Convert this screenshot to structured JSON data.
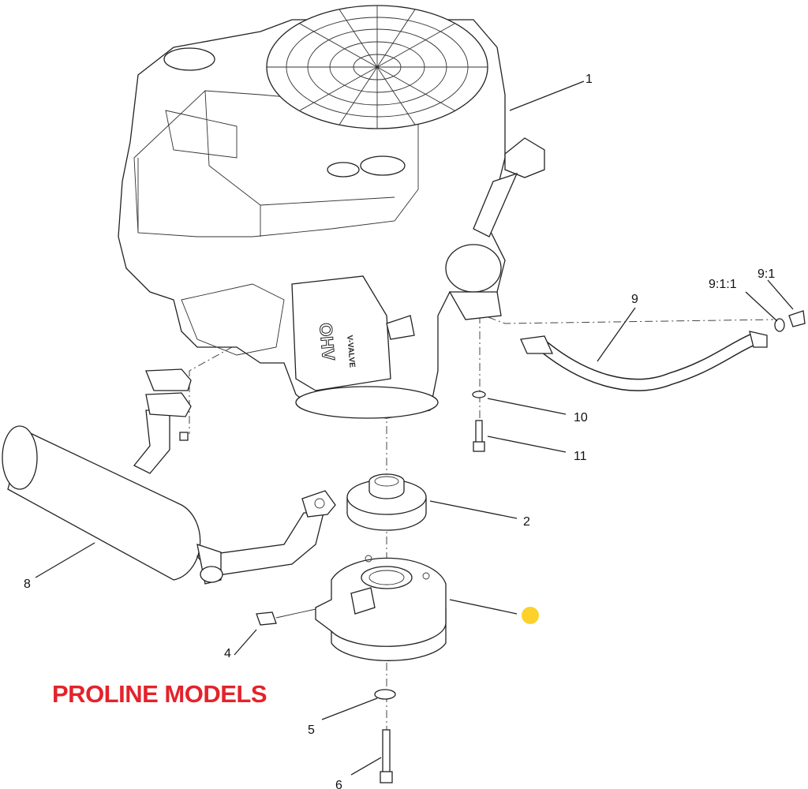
{
  "title": "PROLINE MODELS",
  "colors": {
    "title": "#e3232b",
    "hotspot": "#fcd12a",
    "line": "#222222"
  },
  "engine_marking": {
    "brand": "OHV",
    "sub": "V-VALVE"
  },
  "callouts": {
    "c1": "1",
    "c2": "2",
    "c4": "4",
    "c5": "5",
    "c6": "6",
    "c8": "8",
    "c9": "9",
    "c9_1": "9:1",
    "c9_1_1": "9:1:1",
    "c10": "10",
    "c11": "11"
  },
  "hotspot": {
    "icon": "yellow-dot-marker"
  }
}
